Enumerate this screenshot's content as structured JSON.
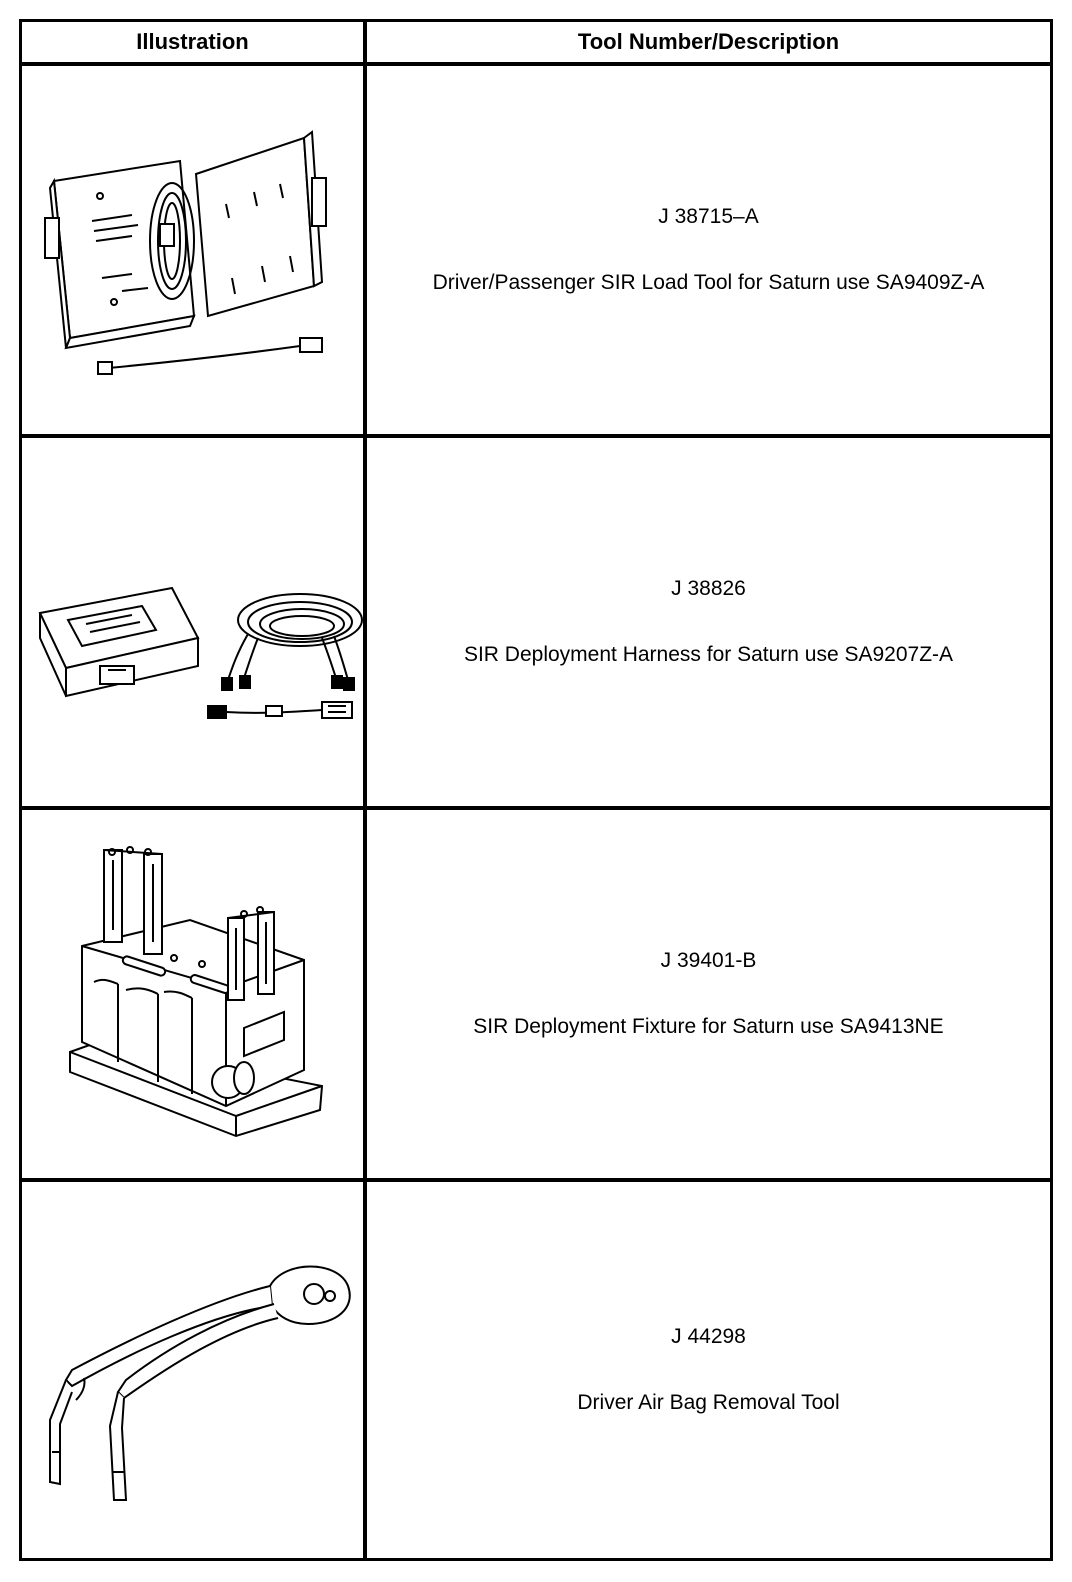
{
  "table": {
    "headers": {
      "illustration": "Illustration",
      "description": "Tool Number/Description"
    },
    "rows": [
      {
        "tool_number": "J 38715–A",
        "description": "Driver/Passenger SIR Load Tool for Saturn use SA9409Z-A"
      },
      {
        "tool_number": "J 38826",
        "description": "SIR Deployment Harness for Saturn use SA9207Z-A"
      },
      {
        "tool_number": "J 39401-B",
        "description": "SIR Deployment Fixture for Saturn use SA9413NE"
      },
      {
        "tool_number": "J 44298",
        "description": "Driver Air Bag Removal Tool"
      }
    ]
  }
}
